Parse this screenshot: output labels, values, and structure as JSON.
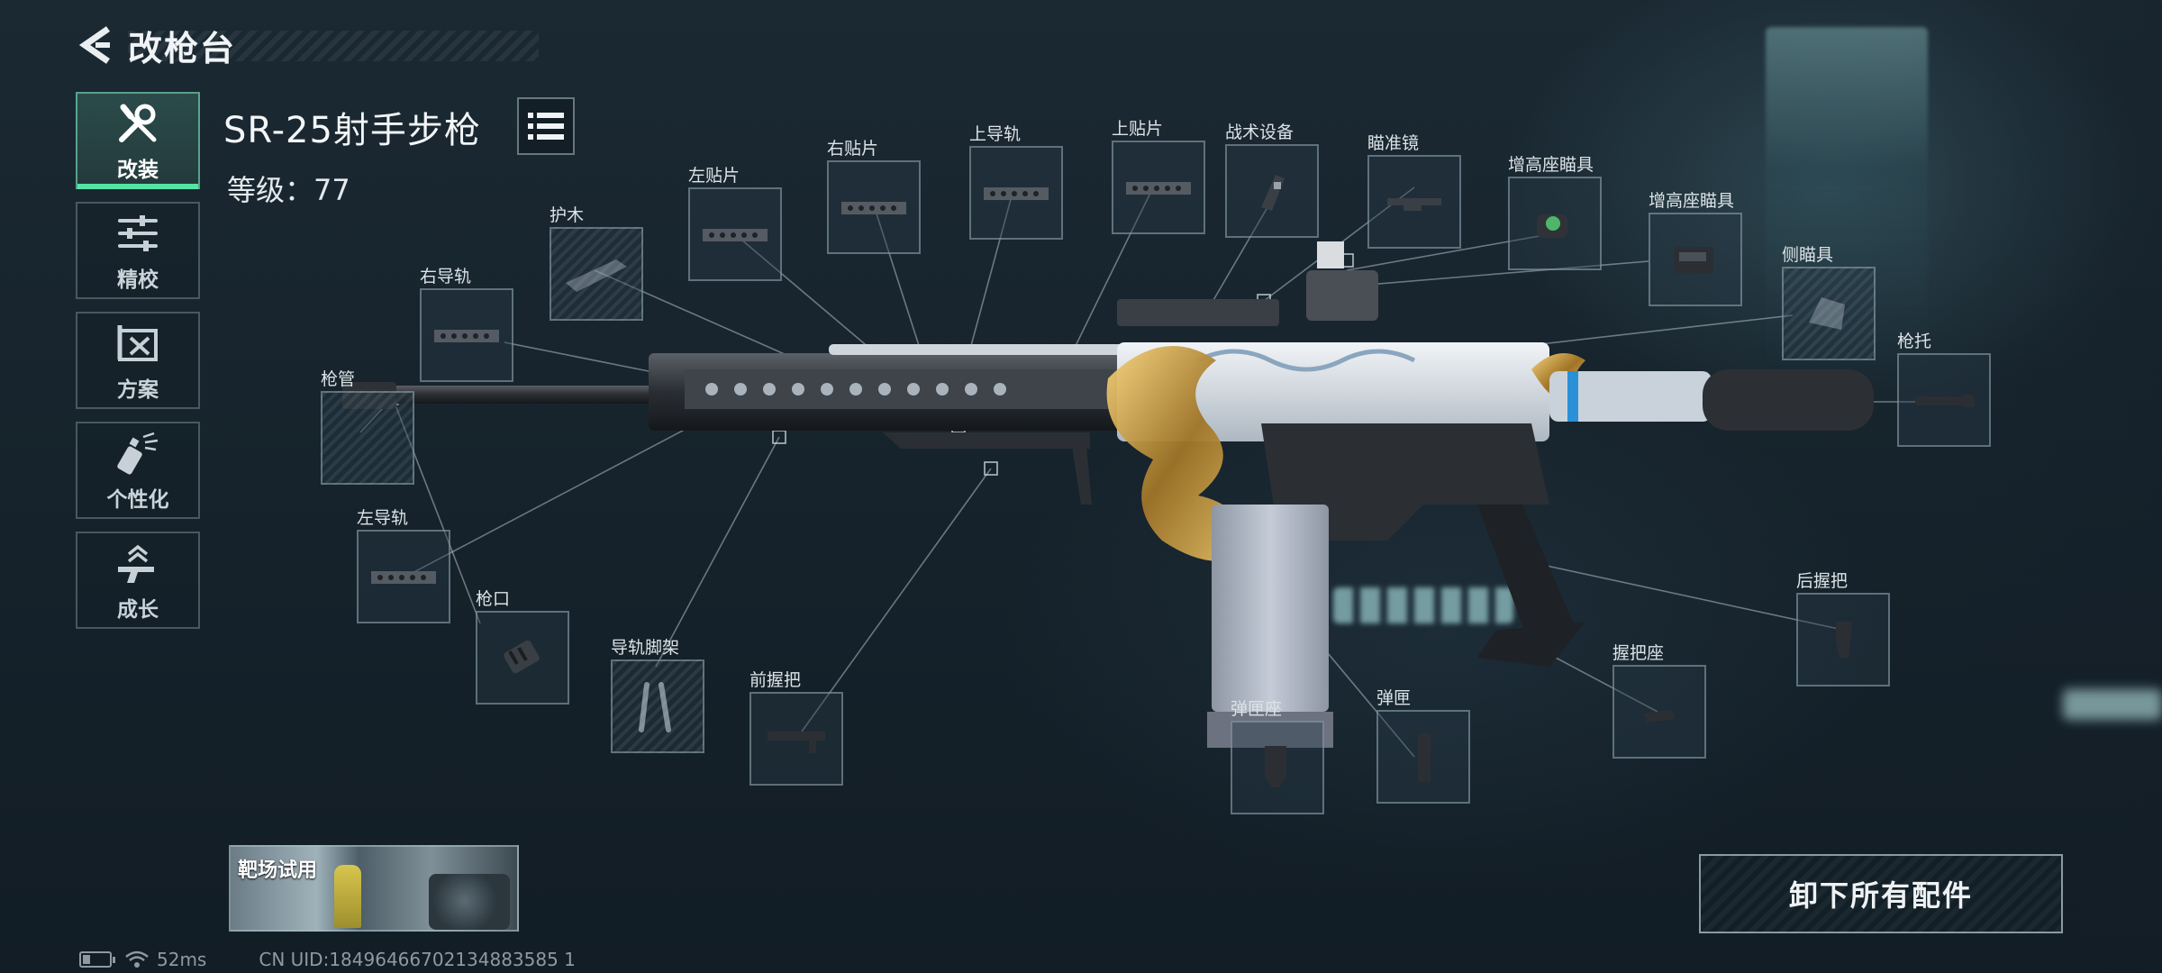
{
  "header": {
    "title": "改枪台"
  },
  "sidebar": {
    "items": [
      {
        "label": "改装",
        "icon": "wrench-screwdriver-icon",
        "active": true
      },
      {
        "label": "精校",
        "icon": "sliders-icon",
        "active": false
      },
      {
        "label": "方案",
        "icon": "blueprint-icon",
        "active": false
      },
      {
        "label": "个性化",
        "icon": "spray-can-icon",
        "active": false
      },
      {
        "label": "成长",
        "icon": "gun-upgrade-icon",
        "active": false
      }
    ]
  },
  "weapon": {
    "name": "SR-25射手步枪",
    "level_text": "等级：77"
  },
  "slots": {
    "barrel": "枪管",
    "right_rail": "右导轨",
    "handguard": "护木",
    "left_patch": "左贴片",
    "right_patch": "右贴片",
    "top_rail": "上导轨",
    "top_patch": "上贴片",
    "tactical": "战术设备",
    "scope": "瞄准镜",
    "riser_sight_1": "增高座瞄具",
    "riser_sight_2": "增高座瞄具",
    "side_sight": "侧瞄具",
    "stock": "枪托",
    "left_rail": "左导轨",
    "muzzle": "枪口",
    "bipod": "导轨脚架",
    "foregrip": "前握把",
    "mag_mount": "弹匣座",
    "magazine": "弹匣",
    "grip_mount": "握把座",
    "rear_grip": "后握把"
  },
  "test_range": {
    "label": "靶场试用"
  },
  "actions": {
    "detach_all": "卸下所有配件"
  },
  "status": {
    "ping": "52ms",
    "uid": "CN UID:18496466702134883585 1"
  },
  "colors": {
    "accent": "#54e3a4",
    "background": "#17242d"
  }
}
